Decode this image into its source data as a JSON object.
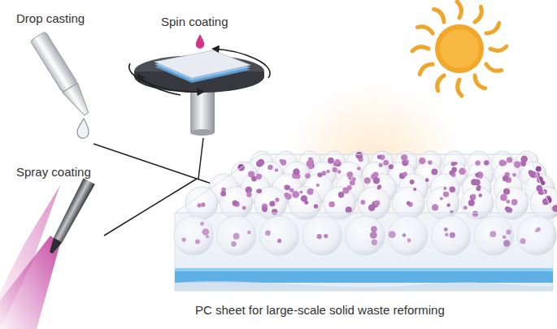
{
  "diagram": {
    "caption": "PC sheet for large-scale solid waste reforming",
    "labels": [
      "Drop casting",
      "Spin coating",
      "Spray coating"
    ]
  }
}
